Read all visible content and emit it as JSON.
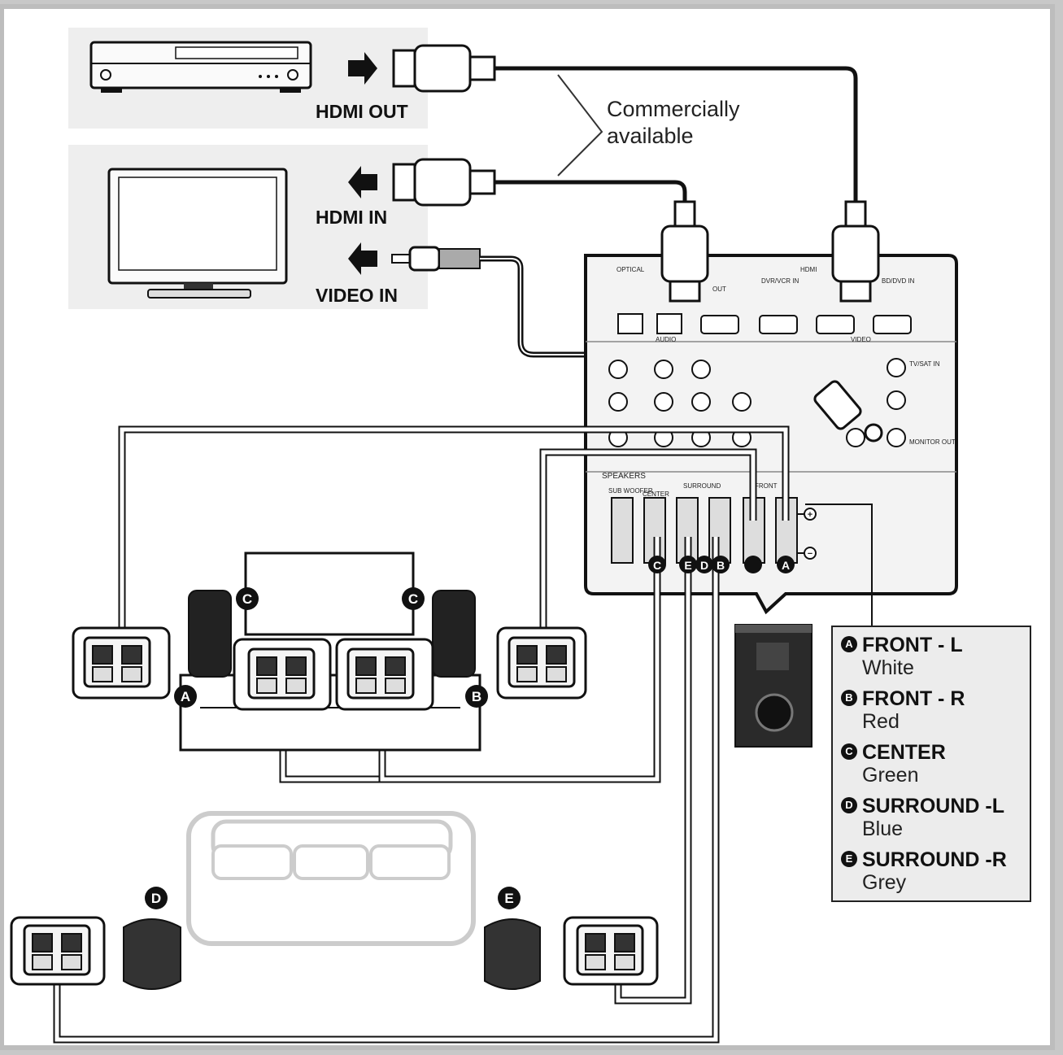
{
  "labels": {
    "hdmi_out": "HDMI OUT",
    "hdmi_in": "HDMI IN",
    "video_in": "VIDEO IN",
    "cable_note_line1": "Commercially",
    "cable_note_line2": "available"
  },
  "receiver_panel": {
    "hdmi": "HDMI",
    "optical": "OPTICAL",
    "out": "OUT",
    "dvr_vcr_in": "DVR/VCR IN",
    "bd_dvd_in": "BD/DVD IN",
    "audio": "AUDIO",
    "video": "VIDEO",
    "tv_sat_in": "TV/SAT IN",
    "monitor_out": "MONITOR OUT",
    "speakers": "SPEAKERS",
    "subwoofer": "SUB WOOFER",
    "center": "CENTER",
    "surround": "SURROUND",
    "front": "FRONT"
  },
  "badges": {
    "a": "A",
    "b": "B",
    "c": "C",
    "d": "D",
    "e": "E"
  },
  "legend": [
    {
      "badge": "A",
      "title": "FRONT - L",
      "color": "White"
    },
    {
      "badge": "B",
      "title": "FRONT - R",
      "color": "Red"
    },
    {
      "badge": "C",
      "title": "CENTER",
      "color": "Green"
    },
    {
      "badge": "D",
      "title": "SURROUND -L",
      "color": "Blue"
    },
    {
      "badge": "E",
      "title": "SURROUND -R",
      "color": "Grey"
    }
  ],
  "polarity": {
    "plus": "+",
    "minus": "−"
  },
  "colors": {
    "background": "#c8c8c8",
    "panel": "#eeeeee",
    "line": "#111111",
    "legend_bg": "#ececec"
  }
}
